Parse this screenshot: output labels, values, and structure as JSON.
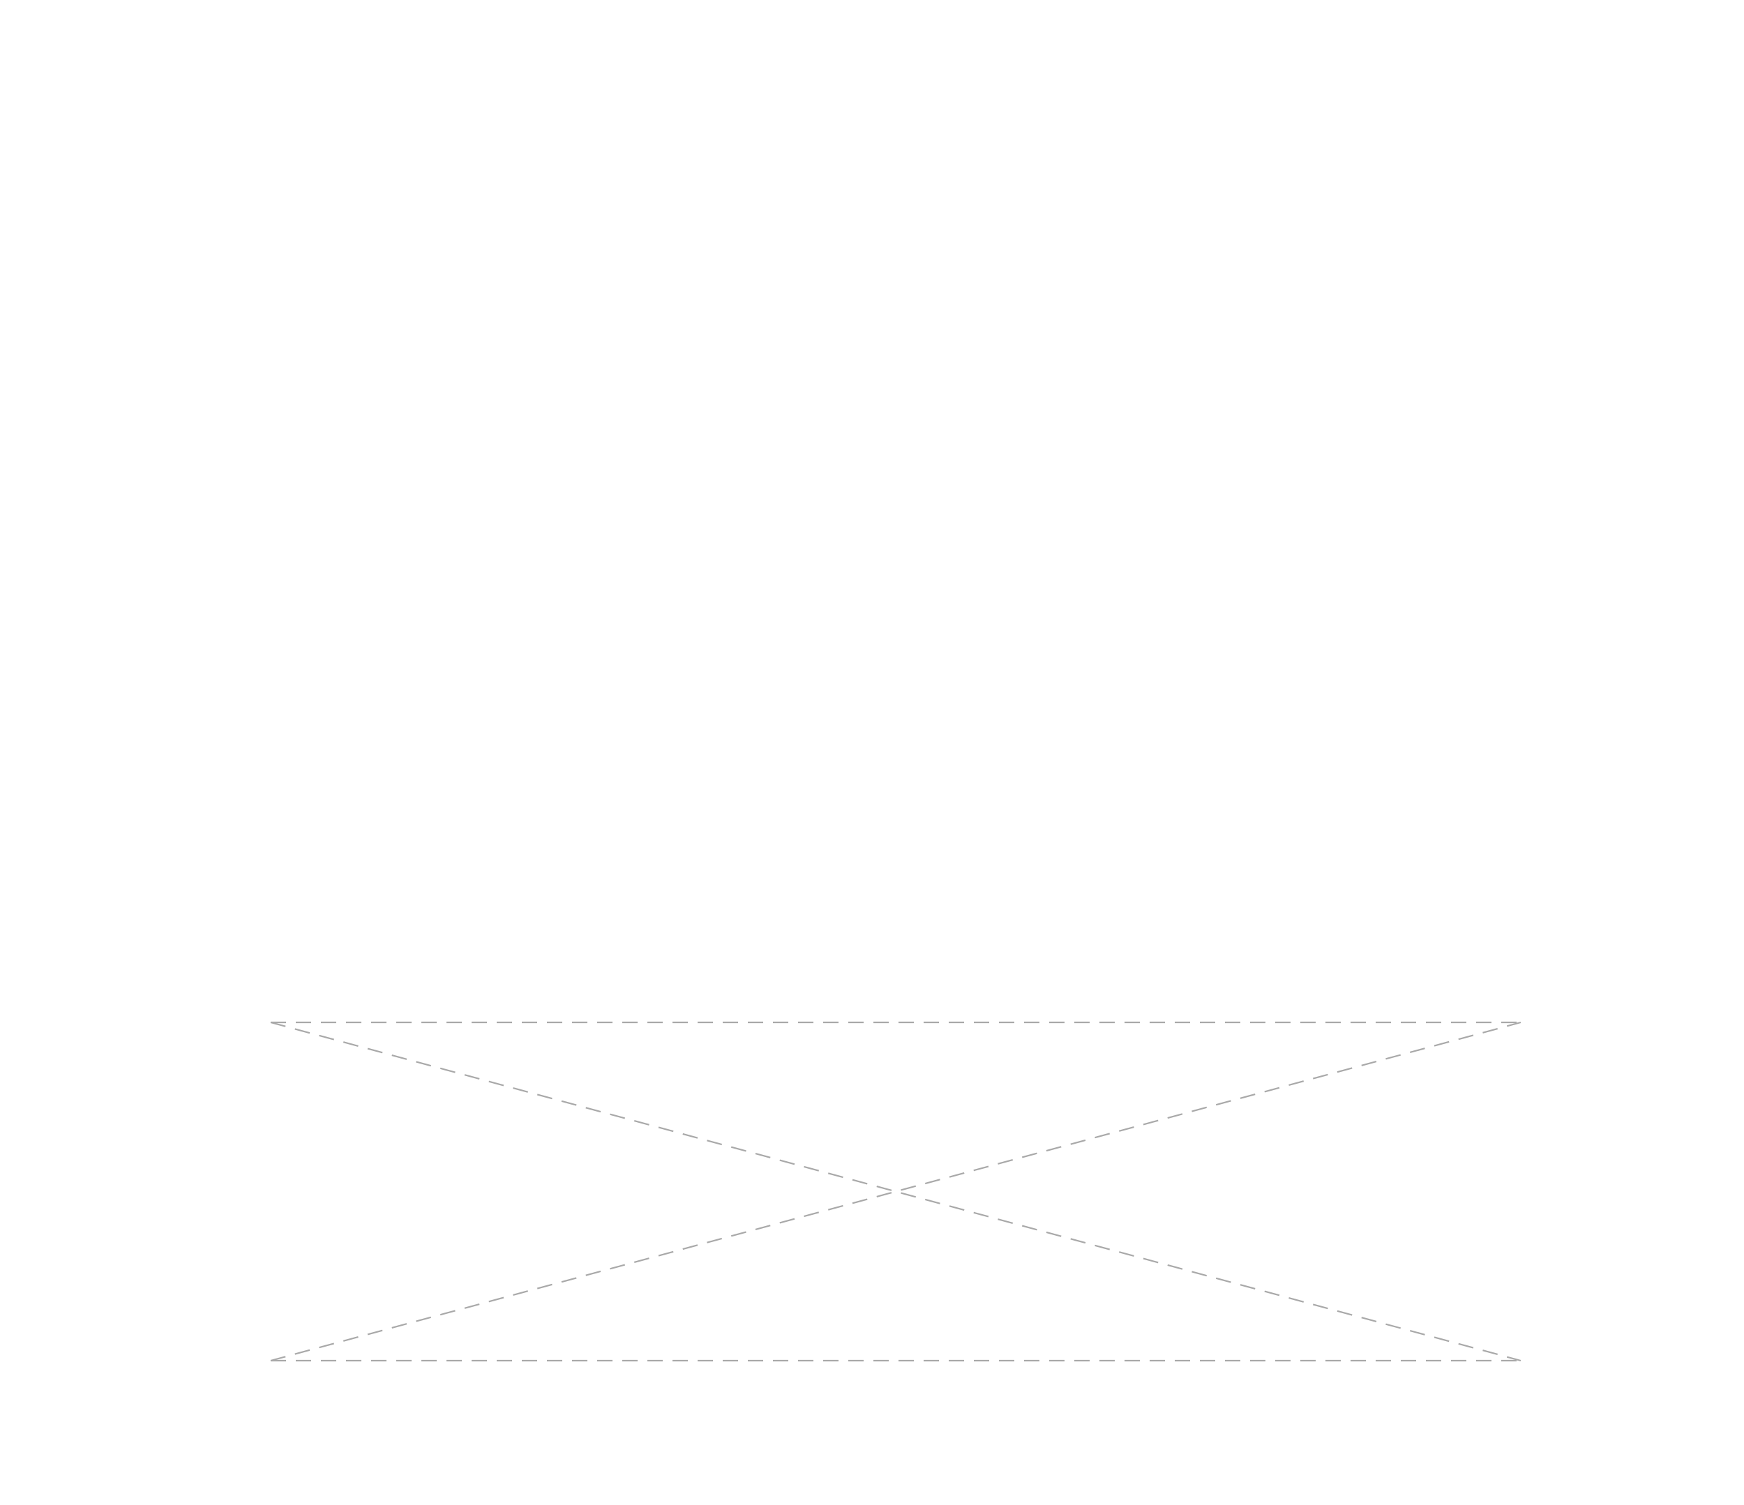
{
  "diagram": {
    "line_color": "#a9a9a9",
    "background_color": "#ffffff",
    "line_style": "dashed",
    "shape": "rectangle-with-both-diagonals",
    "lines": [
      "top-edge",
      "bottom-edge",
      "diagonal-top-left-to-bottom-right",
      "diagonal-bottom-left-to-top-right"
    ]
  }
}
